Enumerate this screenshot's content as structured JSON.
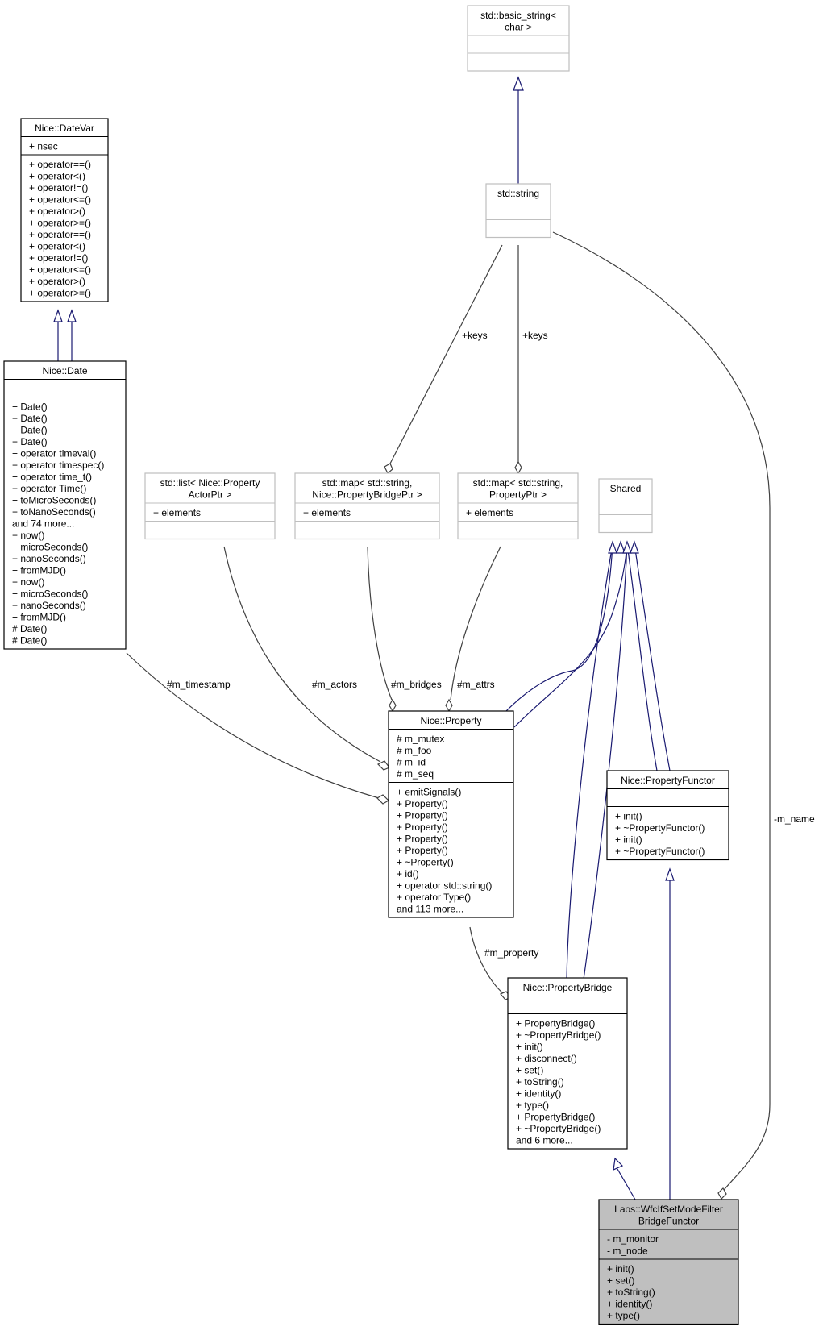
{
  "classes": {
    "basic_string": {
      "title": [
        "std::basic_string<",
        "char >"
      ],
      "attributes": [],
      "methods": []
    },
    "std_string": {
      "title": [
        "std::string"
      ],
      "attributes": [],
      "methods": []
    },
    "datevar": {
      "title": [
        "Nice::DateVar"
      ],
      "attributes": [
        "+ nsec"
      ],
      "methods": [
        "+ operator==()",
        "+ operator<()",
        "+ operator!=()",
        "+ operator<=()",
        "+ operator>()",
        "+ operator>=()",
        "+ operator==()",
        "+ operator<()",
        "+ operator!=()",
        "+ operator<=()",
        "+ operator>()",
        "+ operator>=()"
      ]
    },
    "date": {
      "title": [
        "Nice::Date"
      ],
      "attributes": [],
      "methods": [
        "+ Date()",
        "+ Date()",
        "+ Date()",
        "+ Date()",
        "+ operator timeval()",
        "+ operator timespec()",
        "+ operator time_t()",
        "+ operator Time()",
        "+ toMicroSeconds()",
        "+ toNanoSeconds()",
        "and 74 more...",
        "+ now()",
        "+ microSeconds()",
        "+ nanoSeconds()",
        "+ fromMJD()",
        "+ now()",
        "+ microSeconds()",
        "+ nanoSeconds()",
        "+ fromMJD()",
        "# Date()",
        "# Date()"
      ]
    },
    "list_actor": {
      "title": [
        "std::list< Nice::Property",
        "ActorPtr >"
      ],
      "attributes": [
        "+ elements"
      ],
      "methods": []
    },
    "map_bridge": {
      "title": [
        "std::map< std::string,",
        "Nice::PropertyBridgePtr >"
      ],
      "attributes": [
        "+ elements"
      ],
      "methods": []
    },
    "map_prop": {
      "title": [
        "std::map< std::string,",
        "PropertyPtr >"
      ],
      "attributes": [
        "+ elements"
      ],
      "methods": []
    },
    "shared": {
      "title": [
        "Shared"
      ],
      "attributes": [],
      "methods": []
    },
    "property": {
      "title": [
        "Nice::Property"
      ],
      "attributes": [
        "# m_mutex",
        "# m_foo",
        "# m_id",
        "# m_seq"
      ],
      "methods": [
        "+ emitSignals()",
        "+ Property()",
        "+ Property()",
        "+ Property()",
        "+ Property()",
        "+ Property()",
        "+ ~Property()",
        "+ id()",
        "+ operator std::string()",
        "+ operator Type()",
        "and 113 more..."
      ]
    },
    "functor": {
      "title": [
        "Nice::PropertyFunctor"
      ],
      "attributes": [],
      "methods": [
        "+ init()",
        "+ ~PropertyFunctor()",
        "+ init()",
        "+ ~PropertyFunctor()"
      ]
    },
    "bridge": {
      "title": [
        "Nice::PropertyBridge"
      ],
      "attributes": [],
      "methods": [
        "+ PropertyBridge()",
        "+ ~PropertyBridge()",
        "+ init()",
        "+ disconnect()",
        "+ set()",
        "+ toString()",
        "+ identity()",
        "+ type()",
        "+ PropertyBridge()",
        "+ ~PropertyBridge()",
        "and 6 more..."
      ]
    },
    "wfcif": {
      "title": [
        "Laos::WfcIfSetModeFilter",
        "BridgeFunctor"
      ],
      "attributes": [
        "- m_monitor",
        "- m_node"
      ],
      "methods": [
        "+ init()",
        "+ set()",
        "+ toString()",
        "+ identity()",
        "+ type()"
      ]
    }
  },
  "edge_labels": {
    "keys_left": "+keys",
    "keys_right": "+keys",
    "m_name": "-m_name",
    "m_timestamp": "#m_timestamp",
    "m_actors": "#m_actors",
    "m_bridges": "#m_bridges",
    "m_attrs": "#m_attrs",
    "m_property": "#m_property"
  },
  "colors": {
    "inheritance": "#191970",
    "association": "#404040",
    "focus_fill": "#bfbfbf",
    "external_border": "#bfbfbf"
  }
}
